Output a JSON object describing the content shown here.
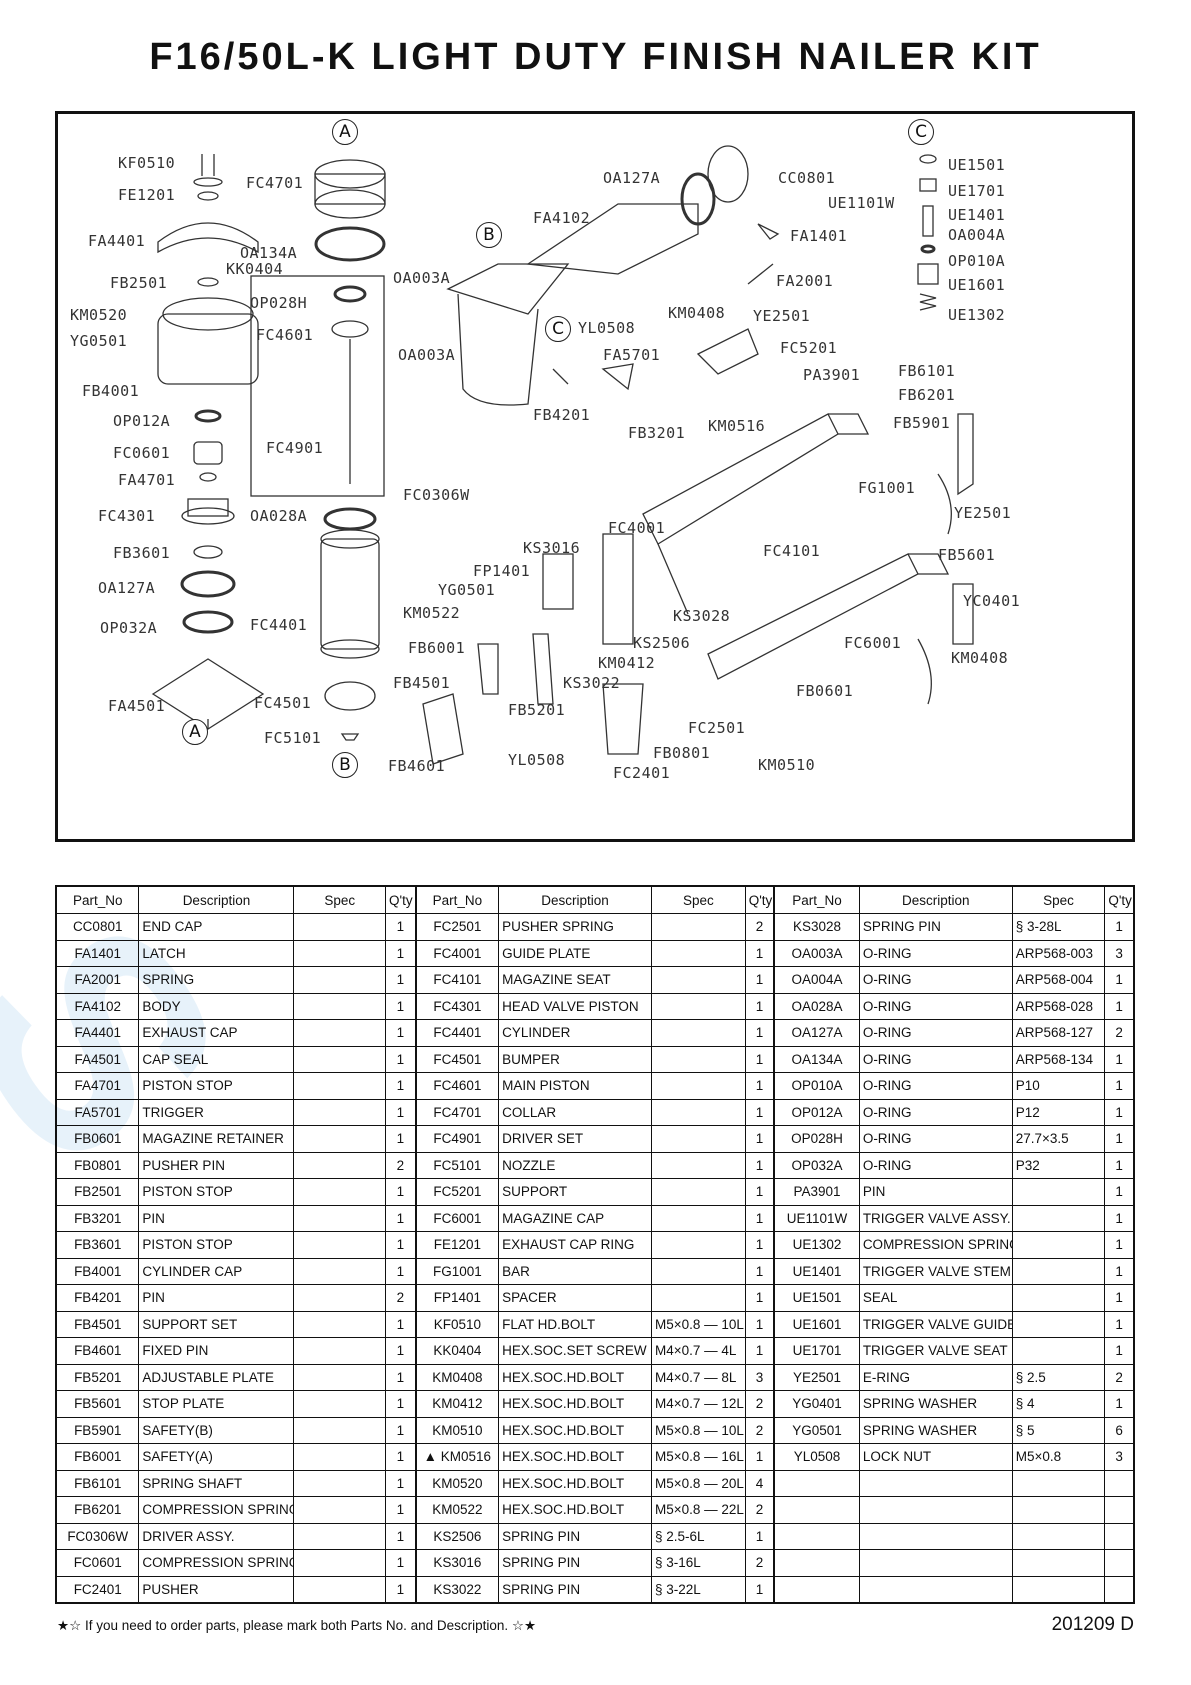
{
  "title": "F16/50L-K  LIGHT DUTY FINISH NAILER KIT",
  "diagram": {
    "markers": [
      "A",
      "A",
      "B",
      "B",
      "C",
      "C"
    ],
    "labels": [
      "KF0510",
      "FE1201",
      "FC4701",
      "FA4401",
      "OA134A",
      "KK0404",
      "FB2501",
      "KM0520",
      "OP028H",
      "YG0501",
      "FC4601",
      "FB4001",
      "OP012A",
      "FC0601",
      "FA4701",
      "FC4901",
      "FC4301",
      "OA028A",
      "FC0306W",
      "FB3601",
      "OA127A",
      "OP032A",
      "FC4401",
      "FA4501",
      "FC4501",
      "FC5101",
      "OA127A",
      "CC0801",
      "FA4102",
      "OA003A",
      "OA003A",
      "YL0508",
      "KM0408",
      "YE2501",
      "FA5701",
      "FC5201",
      "PA3901",
      "FB4201",
      "KM0516",
      "FB3201",
      "UE1501",
      "UE1101W",
      "UE1701",
      "UE1401",
      "OA004A",
      "FA1401",
      "OP010A",
      "FA2001",
      "UE1601",
      "UE1302",
      "FB6101",
      "FB6201",
      "FB5901",
      "FG1001",
      "YE2501",
      "FC4001",
      "KS3016",
      "FC4101",
      "FP1401",
      "YG0501",
      "KM0522",
      "KS3028",
      "FB5601",
      "YC0401",
      "FB6001",
      "KS2506",
      "FC6001",
      "KM0408",
      "KM0412",
      "FB4501",
      "KS3022",
      "FB0601",
      "FB5201",
      "FC2501",
      "FB0801",
      "YL0508",
      "FC2401",
      "KM0510",
      "FB4601"
    ]
  },
  "table": {
    "headers": [
      "Part_No",
      "Description",
      "Spec",
      "Q'ty"
    ],
    "rows": [
      [
        [
          "CC0801",
          "END CAP",
          "",
          "1"
        ],
        [
          "FC2501",
          "PUSHER SPRING",
          "",
          "2"
        ],
        [
          "KS3028",
          "SPRING PIN",
          "§ 3-28L",
          "1"
        ]
      ],
      [
        [
          "FA1401",
          "LATCH",
          "",
          "1"
        ],
        [
          "FC4001",
          "GUIDE PLATE",
          "",
          "1"
        ],
        [
          "OA003A",
          "O-RING",
          "ARP568-003",
          "3"
        ]
      ],
      [
        [
          "FA2001",
          "SPRING",
          "",
          "1"
        ],
        [
          "FC4101",
          "MAGAZINE SEAT",
          "",
          "1"
        ],
        [
          "OA004A",
          "O-RING",
          "ARP568-004",
          "1"
        ]
      ],
      [
        [
          "FA4102",
          "BODY",
          "",
          "1"
        ],
        [
          "FC4301",
          "HEAD VALVE PISTON",
          "",
          "1"
        ],
        [
          "OA028A",
          "O-RING",
          "ARP568-028",
          "1"
        ]
      ],
      [
        [
          "FA4401",
          "EXHAUST CAP",
          "",
          "1"
        ],
        [
          "FC4401",
          "CYLINDER",
          "",
          "1"
        ],
        [
          "OA127A",
          "O-RING",
          "ARP568-127",
          "2"
        ]
      ],
      [
        [
          "FA4501",
          "CAP SEAL",
          "",
          "1"
        ],
        [
          "FC4501",
          "BUMPER",
          "",
          "1"
        ],
        [
          "OA134A",
          "O-RING",
          "ARP568-134",
          "1"
        ]
      ],
      [
        [
          "FA4701",
          "PISTON STOP",
          "",
          "1"
        ],
        [
          "FC4601",
          "MAIN PISTON",
          "",
          "1"
        ],
        [
          "OP010A",
          "O-RING",
          "P10",
          "1"
        ]
      ],
      [
        [
          "FA5701",
          "TRIGGER",
          "",
          "1"
        ],
        [
          "FC4701",
          "COLLAR",
          "",
          "1"
        ],
        [
          "OP012A",
          "O-RING",
          "P12",
          "1"
        ]
      ],
      [
        [
          "FB0601",
          "MAGAZINE RETAINER",
          "",
          "1"
        ],
        [
          "FC4901",
          "DRIVER SET",
          "",
          "1"
        ],
        [
          "OP028H",
          "O-RING",
          "27.7×3.5",
          "1"
        ]
      ],
      [
        [
          "FB0801",
          "PUSHER PIN",
          "",
          "2"
        ],
        [
          "FC5101",
          "NOZZLE",
          "",
          "1"
        ],
        [
          "OP032A",
          "O-RING",
          "P32",
          "1"
        ]
      ],
      [
        [
          "FB2501",
          "PISTON STOP",
          "",
          "1"
        ],
        [
          "FC5201",
          "SUPPORT",
          "",
          "1"
        ],
        [
          "PA3901",
          "PIN",
          "",
          "1"
        ]
      ],
      [
        [
          "FB3201",
          "PIN",
          "",
          "1"
        ],
        [
          "FC6001",
          "MAGAZINE CAP",
          "",
          "1"
        ],
        [
          "UE1101W",
          "TRIGGER VALVE ASSY.",
          "",
          "1"
        ]
      ],
      [
        [
          "FB3601",
          "PISTON STOP",
          "",
          "1"
        ],
        [
          "FE1201",
          "EXHAUST CAP RING",
          "",
          "1"
        ],
        [
          "UE1302",
          "COMPRESSION SPRING",
          "",
          "1"
        ]
      ],
      [
        [
          "FB4001",
          "CYLINDER CAP",
          "",
          "1"
        ],
        [
          "FG1001",
          "BAR",
          "",
          "1"
        ],
        [
          "UE1401",
          "TRIGGER VALVE STEM",
          "",
          "1"
        ]
      ],
      [
        [
          "FB4201",
          "PIN",
          "",
          "2"
        ],
        [
          "FP1401",
          "SPACER",
          "",
          "1"
        ],
        [
          "UE1501",
          "SEAL",
          "",
          "1"
        ]
      ],
      [
        [
          "FB4501",
          "SUPPORT SET",
          "",
          "1"
        ],
        [
          "KF0510",
          "FLAT HD.BOLT",
          "M5×0.8 — 10L",
          "1"
        ],
        [
          "UE1601",
          "TRIGGER VALVE GUIDE",
          "",
          "1"
        ]
      ],
      [
        [
          "FB4601",
          "FIXED PIN",
          "",
          "1"
        ],
        [
          "KK0404",
          "HEX.SOC.SET SCREW",
          "M4×0.7 — 4L",
          "1"
        ],
        [
          "UE1701",
          "TRIGGER VALVE SEAT",
          "",
          "1"
        ]
      ],
      [
        [
          "FB5201",
          "ADJUSTABLE PLATE",
          "",
          "1"
        ],
        [
          "KM0408",
          "HEX.SOC.HD.BOLT",
          "M4×0.7 — 8L",
          "3"
        ],
        [
          "YE2501",
          "E-RING",
          "§ 2.5",
          "2"
        ]
      ],
      [
        [
          "FB5601",
          "STOP PLATE",
          "",
          "1"
        ],
        [
          "KM0412",
          "HEX.SOC.HD.BOLT",
          "M4×0.7 — 12L",
          "2"
        ],
        [
          "YG0401",
          "SPRING WASHER",
          "§ 4",
          "1"
        ]
      ],
      [
        [
          "FB5901",
          "SAFETY(B)",
          "",
          "1"
        ],
        [
          "KM0510",
          "HEX.SOC.HD.BOLT",
          "M5×0.8 — 10L",
          "2"
        ],
        [
          "YG0501",
          "SPRING WASHER",
          "§ 5",
          "6"
        ]
      ],
      [
        [
          "FB6001",
          "SAFETY(A)",
          "",
          "1"
        ],
        [
          "▲ KM0516",
          "HEX.SOC.HD.BOLT",
          "M5×0.8 — 16L",
          "1"
        ],
        [
          "YL0508",
          "LOCK NUT",
          "M5×0.8",
          "3"
        ]
      ],
      [
        [
          "FB6101",
          "SPRING SHAFT",
          "",
          "1"
        ],
        [
          "KM0520",
          "HEX.SOC.HD.BOLT",
          "M5×0.8 — 20L",
          "4"
        ],
        [
          "",
          "",
          "",
          ""
        ]
      ],
      [
        [
          "FB6201",
          "COMPRESSION SPRING",
          "",
          "1"
        ],
        [
          "KM0522",
          "HEX.SOC.HD.BOLT",
          "M5×0.8 — 22L",
          "2"
        ],
        [
          "",
          "",
          "",
          ""
        ]
      ],
      [
        [
          "FC0306W",
          "DRIVER ASSY.",
          "",
          "1"
        ],
        [
          "KS2506",
          "SPRING PIN",
          "§ 2.5-6L",
          "1"
        ],
        [
          "",
          "",
          "",
          ""
        ]
      ],
      [
        [
          "FC0601",
          "COMPRESSION SPRING",
          "",
          "1"
        ],
        [
          "KS3016",
          "SPRING PIN",
          "§ 3-16L",
          "2"
        ],
        [
          "",
          "",
          "",
          ""
        ]
      ],
      [
        [
          "FC2401",
          "PUSHER",
          "",
          "1"
        ],
        [
          "KS3022",
          "SPRING PIN",
          "§ 3-22L",
          "1"
        ],
        [
          "",
          "",
          "",
          ""
        ]
      ]
    ]
  },
  "footer": {
    "note": "★☆ If you need to order parts, please mark both Parts No. and Description. ☆★",
    "code": "201209 D"
  }
}
